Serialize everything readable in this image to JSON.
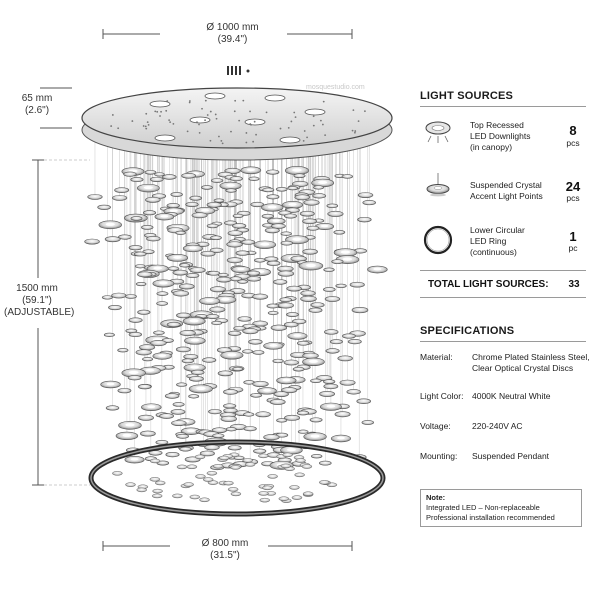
{
  "dimensions": {
    "top_diameter": "Ø 1000 mm",
    "top_diameter_in": "(39.4\")",
    "canopy_height": "65 mm",
    "canopy_height_in": "(2.6\")",
    "drop_height": "1500 mm",
    "drop_height_in": "(59.1\")",
    "drop_note": "(ADJUSTABLE)",
    "bottom_diameter": "Ø 800 mm",
    "bottom_diameter_in": "(31.5\")"
  },
  "light_sources": {
    "title": "LIGHT SOURCES",
    "items": [
      {
        "icon": "downlight-icon",
        "lines": [
          "Top Recessed",
          "LED Downlights",
          "(in canopy)"
        ],
        "count": "8",
        "unit": "pcs"
      },
      {
        "icon": "crystal-point-icon",
        "lines": [
          "Suspended Crystal",
          "Accent Light Points"
        ],
        "count": "24",
        "unit": "pcs"
      },
      {
        "icon": "ring-icon",
        "lines": [
          "Lower Circular",
          "LED Ring",
          "(continuous)"
        ],
        "count": "1",
        "unit": "pc"
      }
    ],
    "total_label": "TOTAL LIGHT SOURCES:",
    "total_value": "33"
  },
  "specifications": {
    "title": "SPECIFICATIONS",
    "rows": [
      {
        "key": "Material:",
        "value_lines": [
          "Chrome Plated Stainless Steel,",
          "Clear Optical Crystal Discs"
        ]
      },
      {
        "key": "Light Color:",
        "value_lines": [
          "4000K Neutral White"
        ]
      },
      {
        "key": "Voltage:",
        "value_lines": [
          "220-240V AC"
        ]
      },
      {
        "key": "Mounting:",
        "value_lines": [
          "Suspended Pendant"
        ]
      }
    ]
  },
  "note": {
    "title": "Note:",
    "lines": [
      "Integrated LED – Non-replaceable",
      "Professional installation recommended"
    ]
  },
  "watermark": "mosquestudio.com"
}
